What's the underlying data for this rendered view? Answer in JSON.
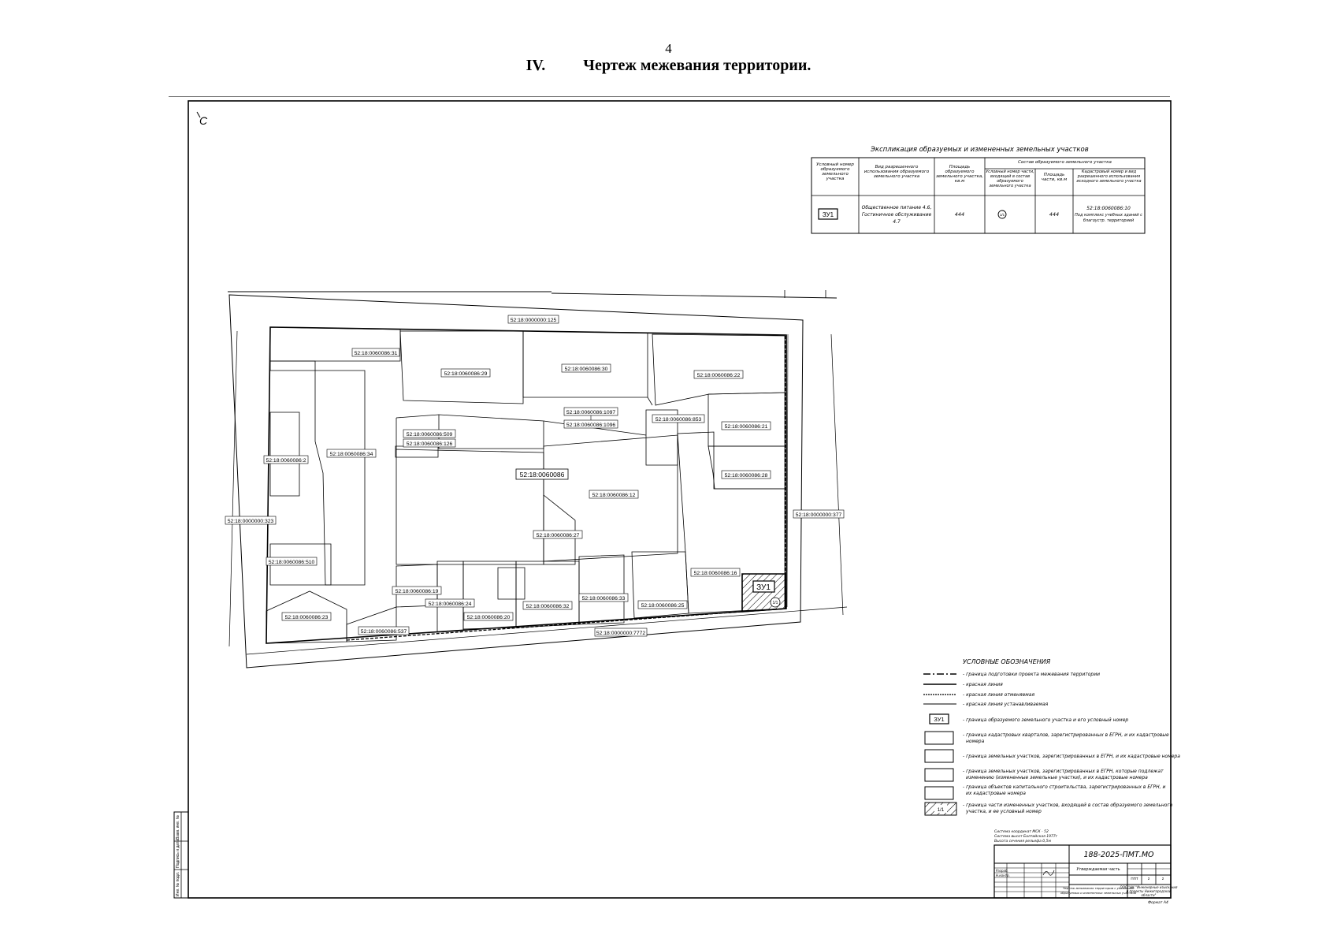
{
  "header": {
    "page_number": "4",
    "section_number": "IV.",
    "section_title": "Чертеж межевания территории."
  },
  "explication": {
    "title": "Экспликация образуемых и измененных земельных участков",
    "columns": [
      "Условный номер образуемого земельного участка",
      "Вид разрешенного использования образуемого земельного участка",
      "Площадь образуемого земельного участка, кв.м",
      "Состав образуемого земельного участка",
      "Условный номер части, входящей в состав образуемого земельного участка",
      "Площадь части, кв.м",
      "Кадастровый номер и вид разрешенного использования исходного земельного участка"
    ],
    "row": {
      "plot_id": "ЗУ1",
      "use_line1": "Общественное питание 4.6,",
      "use_line2": "Гостиничное обслуживание",
      "use_line3": "4.7",
      "area": "444",
      "part_id": "1/1",
      "part_area": "444",
      "source_number": "52:18:0060086:10",
      "source_use_line1": "Под комплекс учебных зданий с",
      "source_use_line2": "благоустр. территорией"
    }
  },
  "plan": {
    "north_mark": "С",
    "labels": {
      "q125": "52:18:0000000:125",
      "p31": "52:18:0060086:31",
      "p29": "52:18:0060086:29",
      "p30": "52:18:0060086:30",
      "p22": "52:18:0060086:22",
      "p1097": "52:18:0060086:1097",
      "p1096": "52:18:0060086:1096",
      "p853": "52:18:0060086:853",
      "p21": "52:18:0060086:21",
      "p509": "52:18:0060086:509",
      "p126": "52:18:0060086:126",
      "p2": "52:18:0060086:2",
      "p34": "52:18:0060086:34",
      "block": "52:18:0060086",
      "p28": "52:18:0060086:28",
      "p12": "52:18:0060086:12",
      "q323": "52:18:0000000:323",
      "q377": "52:18:0000000:377",
      "p27": "52:18:0060086:27",
      "p510": "52:18:0060086:510",
      "p16": "52:18:0060086:16",
      "p19": "52:18:0060086:19",
      "p24": "52:18:0060086:24",
      "p20": "52:18:0060086:20",
      "p32": "52:18:0060086:32",
      "p33": "52:18:0060086:33",
      "p25": "52:18:0060086:25",
      "p23": "52:18:0060086:23",
      "p537": "52:18:0060086:537",
      "q7772": "52:18:0000000:7772",
      "zu": "ЗУ1",
      "zu_part": "1/1"
    }
  },
  "legend": {
    "title": "УСЛОВНЫЕ ОБОЗНАЧЕНИЯ",
    "items": [
      "- граница подготовки проекта межевания территории",
      "- красная линия",
      "- красная линия отменяемая",
      "- красная линия устанавливаемая",
      "- граница образуемого земельного участка и его условный номер",
      "- граница кадастровых кварталов, зарегистрированных в ЕГРН, и их кадастровые",
      "номера",
      "- граница земельных участков, зарегистрированных в ЕГРН, и их кадастровые номера",
      "- граница земельных участков, зарегистрированных в ЕГРН, которые подлежат",
      "изменению (измененные земельные участки), и их кадастровые номера",
      "- граница объектов капитального строительства, зарегистрированных в ЕГРН, и",
      "их кадастровые номера",
      "- граница части измененных участков, входящей в состав образуемого земельного",
      "участка, и ее условный номер"
    ],
    "zu_symbol": "ЗУ1",
    "part_symbol": "1/1"
  },
  "stamp": {
    "notes": [
      "Система координат МСК - 52",
      "Система высот Балтийская 1977г",
      "Высота сечения рельефа 0,5м"
    ],
    "code": "188-2025-ПМТ.МО",
    "part_name": "Утверждаемая часть",
    "stage": "ППТ",
    "sheet": "2",
    "sheets": "2",
    "drawing_title_line1": "Чертеж межевания территории с указанием",
    "drawing_title_line2": "образуемых и измененных земельных участков",
    "org_line1": "ООО \"НК \"Инженерные изыскания",
    "org_line2": "и проекты Нижегородской",
    "org_line3": "области\"",
    "format": "Формат А4",
    "role_1": "Разраб.",
    "role_2": "Н.контр."
  },
  "side_table": [
    "Инв. № подл.",
    "Подпись и дата",
    "Взам. инв. №"
  ]
}
